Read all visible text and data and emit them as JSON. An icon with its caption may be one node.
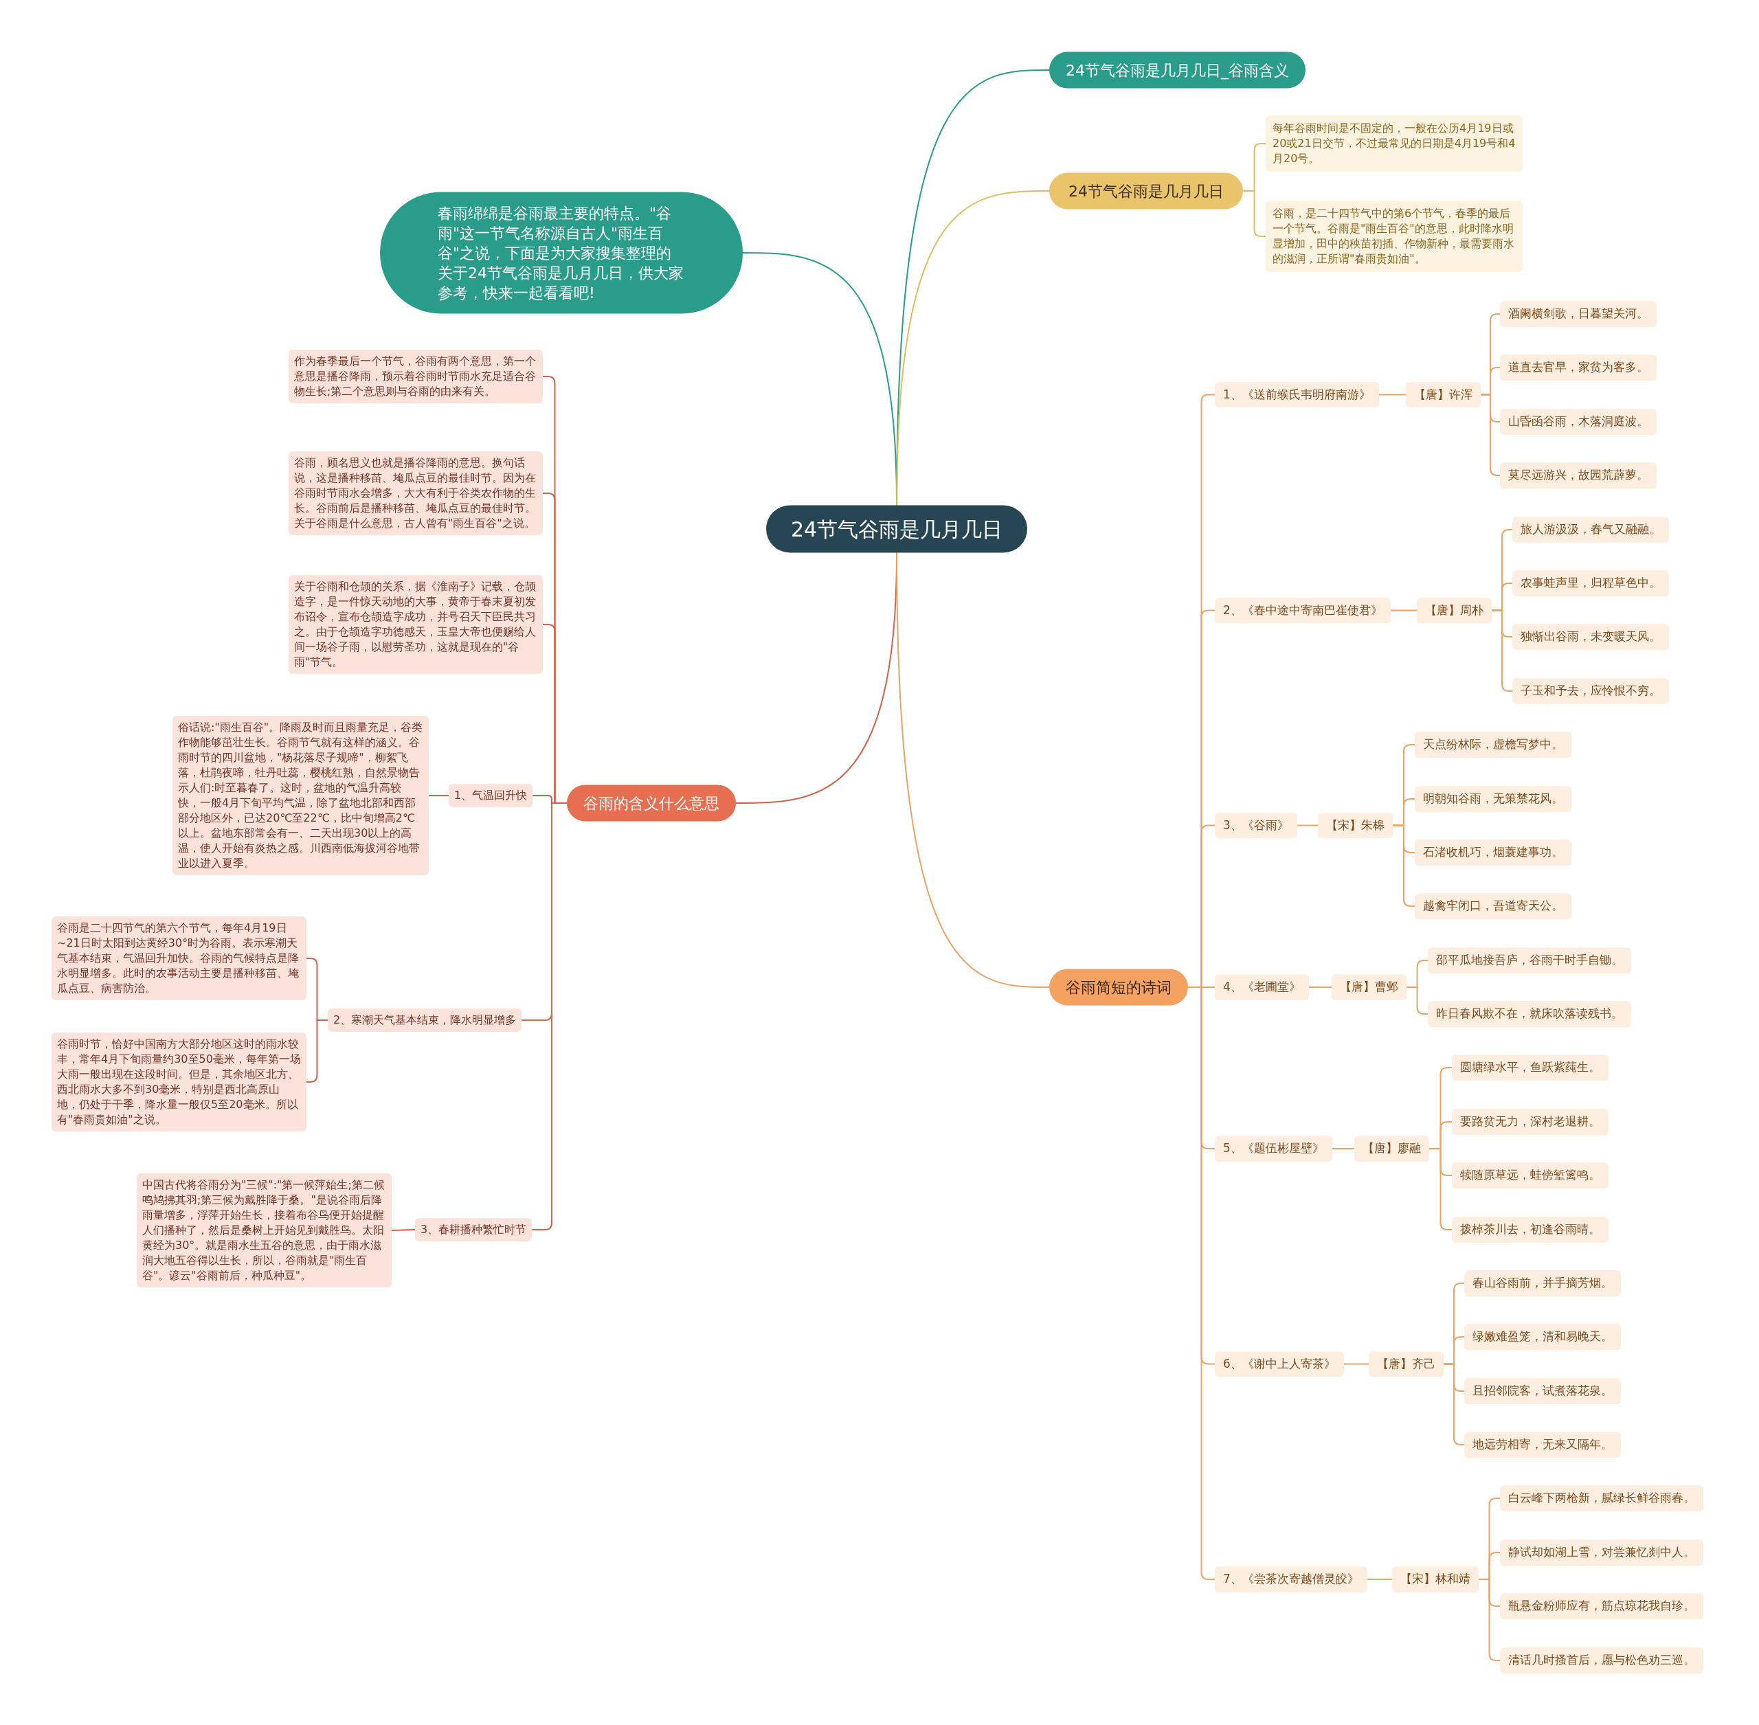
{
  "diagram": {
    "nodes": [
      {
        "text": [
          "24节气谷雨是几月几日"
        ]
      },
      {
        "text": [
          "春雨绵绵是谷雨最主要的特点。\"谷雨\"这一节气名称源自古人\"雨生百谷\"之说，下面是为大家搜集整理的关于24节气谷雨是几月几日，供大家参考，快来一起看看吧!"
        ]
      },
      {
        "text": [
          "24节气谷雨是几月几日_谷雨含义"
        ]
      },
      {
        "text": [
          "24节气谷雨是几月几日"
        ]
      },
      {
        "text": [
          "每年谷雨时间是不固定的，一般在公历4月19日或20或21日交节，不过最常见的日期是4月19号和4月20号。"
        ]
      },
      {
        "text": [
          "谷雨，是二十四节气中的第6个节气，春季的最后一个节气。谷雨是\"雨生百谷\"的意思，此时降水明显增加，田中的秧苗初插、作物新种，最需要雨水的滋润，正所谓\"春雨贵如油\"。"
        ]
      },
      {
        "text": [
          "谷雨的含义什么意思"
        ]
      },
      {
        "text": [
          "作为春季最后一个节气，谷雨有两个意思，第一个意思是播谷降雨，预示着谷雨时节雨水充足适合谷物生长;第二个意思则与谷雨的由来有关。"
        ]
      },
      {
        "text": [
          "谷雨，顾名思义也就是播谷降雨的意思。换句话说，这是播种移苗、埯瓜点豆的最佳时节。因为在谷雨时节雨水会增多，大大有利于谷类农作物的生长。谷雨前后是播种移苗、埯瓜点豆的最佳时节。关于谷雨是什么意思，古人曾有\"雨生百谷\"之说。"
        ]
      },
      {
        "text": [
          "关于谷雨和仓颉的关系，据《淮南子》记载，仓颉造字，是一件惊天动地的大事，黄帝于春末夏初发布诏令，宣布仓颉造字成功，并号召天下臣民共习之。由于仓颉造字功德感天，玉皇大帝也便赐给人间一场谷子雨，以慰劳圣功，这就是现在的\"谷雨\"节气。"
        ]
      },
      {
        "text": [
          "1、气温回升快"
        ]
      },
      {
        "text": [
          "俗话说:\"雨生百谷\"。降雨及时而且雨量充足，谷类作物能够茁壮生长。谷雨节气就有这样的涵义。谷雨时节的四川盆地，\"杨花落尽子规啼\"，柳絮飞落，杜鹃夜啼，牡丹吐蕊，樱桃红熟，自然景物告示人们:时至暮春了。这时，盆地的气温升高较快，一般4月下旬平均气温，除了盆地北部和西部部分地区外，已达20℃至22℃，比中旬增高2℃以上。盆地东部常会有一、二天出现30以上的高温，使人开始有炎热之感。川西南低海拔河谷地带业以进入夏季。"
        ]
      },
      {
        "text": [
          "2、寒潮天气基本结束，降水明显增多"
        ]
      },
      {
        "text": [
          "谷雨是二十四节气的第六个节气，每年4月19日~21日时太阳到达黄经30°时为谷雨。表示寒潮天气基本结束，气温回升加快。谷雨的气候特点是降水明显增多。此时的农事活动主要是播种移苗、埯瓜点豆、病害防治。"
        ]
      },
      {
        "text": [
          "谷雨时节，恰好中国南方大部分地区这时的雨水较丰，常年4月下旬雨量约30至50毫米，每年第一场大雨一般出现在这段时间。但是，其余地区北方、西北雨水大多不到30毫米，特别是西北高原山地，仍处于干季，降水量一般仅5至20毫米。所以有\"春雨贵如油\"之说。"
        ]
      },
      {
        "text": [
          "3、春耕播种繁忙时节"
        ]
      },
      {
        "text": [
          "中国古代将谷雨分为\"三候\":\"第一候萍始生;第二候鸣鸠拂其羽;第三候为戴胜降于桑。\"是说谷雨后降雨量增多，浮萍开始生长，接着布谷鸟便开始提醒人们播种了，然后是桑树上开始见到戴胜鸟。太阳黄经为30°。就是雨水生五谷的意思，由于雨水滋润大地五谷得以生长，所以，谷雨就是\"雨生百谷\"。谚云\"谷雨前后，种瓜种豆\"。"
        ]
      },
      {
        "text": [
          "谷雨简短的诗词"
        ]
      },
      {
        "text": [
          "1、《送前缑氏韦明府南游》"
        ]
      },
      {
        "text": [
          "【唐】许浑"
        ]
      },
      {
        "text": [
          "酒阑横剑歌，日暮望关河。"
        ]
      },
      {
        "text": [
          "道直去官早，家贫为客多。"
        ]
      },
      {
        "text": [
          "山昏函谷雨，木落洞庭波。"
        ]
      },
      {
        "text": [
          "莫尽远游兴，故园荒薜萝。"
        ]
      },
      {
        "text": [
          "2、《春中途中寄南巴崔使君》"
        ]
      },
      {
        "text": [
          "【唐】周朴"
        ]
      },
      {
        "text": [
          "旅人游汲汲，春气又融融。"
        ]
      },
      {
        "text": [
          "农事蛙声里，归程草色中。"
        ]
      },
      {
        "text": [
          "独惭出谷雨，未变暖天风。"
        ]
      },
      {
        "text": [
          "子玉和予去，应怜恨不穷。"
        ]
      },
      {
        "text": [
          "3、《谷雨》"
        ]
      },
      {
        "text": [
          "【宋】朱槔"
        ]
      },
      {
        "text": [
          "天点纷林际，虚檐写梦中。"
        ]
      },
      {
        "text": [
          "明朝知谷雨，无策禁花风。"
        ]
      },
      {
        "text": [
          "石渚收机巧，烟蓑建事功。"
        ]
      },
      {
        "text": [
          "越禽牢闭口，吾道寄天公。"
        ]
      },
      {
        "text": [
          "4、《老圃堂》"
        ]
      },
      {
        "text": [
          "【唐】曹邺"
        ]
      },
      {
        "text": [
          "邵平瓜地接吾庐，谷雨干时手自锄。"
        ]
      },
      {
        "text": [
          "昨日春风欺不在，就床吹落读残书。"
        ]
      },
      {
        "text": [
          "5、《题伍彬屋壁》"
        ]
      },
      {
        "text": [
          "【唐】廖融"
        ]
      },
      {
        "text": [
          "圆塘绿水平，鱼跃紫莼生。"
        ]
      },
      {
        "text": [
          "要路贫无力，深村老退耕。"
        ]
      },
      {
        "text": [
          "犊随原草远，蛙傍堑篱鸣。"
        ]
      },
      {
        "text": [
          "拨棹茶川去，初逢谷雨晴。"
        ]
      },
      {
        "text": [
          "6、《谢中上人寄茶》"
        ]
      },
      {
        "text": [
          "【唐】齐己"
        ]
      },
      {
        "text": [
          "春山谷雨前，并手摘芳烟。"
        ]
      },
      {
        "text": [
          "绿嫩难盈笼，清和易晚天。"
        ]
      },
      {
        "text": [
          "且招邻院客，试煮落花泉。"
        ]
      },
      {
        "text": [
          "地远劳相寄，无来又隔年。"
        ]
      },
      {
        "text": [
          "7、《尝茶次寄越僧灵皎》"
        ]
      },
      {
        "text": [
          "【宋】林和靖"
        ]
      },
      {
        "text": [
          "白云峰下两枪新，腻绿长鲜谷雨春。"
        ]
      },
      {
        "text": [
          "静试却如湖上雪，对尝兼忆剡中人。"
        ]
      },
      {
        "text": [
          "瓶悬金粉师应有，筋点琼花我自珍。"
        ]
      },
      {
        "text": [
          "清话几时搔首后，愿与松色劝三巡。"
        ]
      }
    ],
    "edges": [
      {
        "from": 0,
        "to": 1,
        "arrow": "none",
        "color": "#2a9d8a"
      },
      {
        "from": 0,
        "to": 2,
        "arrow": "none",
        "color": "#2a9d8a"
      },
      {
        "from": 0,
        "to": 3,
        "arrow": "none",
        "color": "#e2bd5f"
      },
      {
        "from": 3,
        "to": 4,
        "arrow": "none",
        "color": "#e2bd5f"
      },
      {
        "from": 3,
        "to": 5,
        "arrow": "none",
        "color": "#e2bd5f"
      },
      {
        "from": 0,
        "to": 6,
        "arrow": "none",
        "color": "#d0644a"
      },
      {
        "from": 6,
        "to": 7,
        "arrow": "none",
        "color": "#d0644a"
      },
      {
        "from": 6,
        "to": 8,
        "arrow": "none",
        "color": "#d0644a"
      },
      {
        "from": 6,
        "to": 9,
        "arrow": "none",
        "color": "#d0644a"
      },
      {
        "from": 6,
        "to": 10,
        "arrow": "none",
        "color": "#d0644a"
      },
      {
        "from": 10,
        "to": 11,
        "arrow": "none",
        "color": "#d0644a"
      },
      {
        "from": 6,
        "to": 12,
        "arrow": "none",
        "color": "#d0644a"
      },
      {
        "from": 12,
        "to": 13,
        "arrow": "none",
        "color": "#d0644a"
      },
      {
        "from": 12,
        "to": 14,
        "arrow": "none",
        "color": "#d0644a"
      },
      {
        "from": 6,
        "to": 15,
        "arrow": "none",
        "color": "#d0644a"
      },
      {
        "from": 15,
        "to": 16,
        "arrow": "none",
        "color": "#d0644a"
      },
      {
        "from": 0,
        "to": 17,
        "arrow": "none"
      },
      {
        "from": 17,
        "to": 18,
        "arrow": "none"
      },
      {
        "from": 18,
        "to": 19,
        "arrow": "none"
      },
      {
        "from": 19,
        "to": 20,
        "arrow": "none"
      },
      {
        "from": 19,
        "to": 21,
        "arrow": "none"
      },
      {
        "from": 19,
        "to": 22,
        "arrow": "none"
      },
      {
        "from": 19,
        "to": 23,
        "arrow": "none"
      },
      {
        "from": 17,
        "to": 24,
        "arrow": "none"
      },
      {
        "from": 24,
        "to": 25,
        "arrow": "none"
      },
      {
        "from": 25,
        "to": 26,
        "arrow": "none"
      },
      {
        "from": 25,
        "to": 27,
        "arrow": "none"
      },
      {
        "from": 25,
        "to": 28,
        "arrow": "none"
      },
      {
        "from": 25,
        "to": 29,
        "arrow": "none"
      },
      {
        "from": 17,
        "to": 30,
        "arrow": "none"
      },
      {
        "from": 30,
        "to": 31,
        "arrow": "none"
      },
      {
        "from": 31,
        "to": 32,
        "arrow": "none"
      },
      {
        "from": 31,
        "to": 33,
        "arrow": "none"
      },
      {
        "from": 31,
        "to": 34,
        "arrow": "none"
      },
      {
        "from": 31,
        "to": 35,
        "arrow": "none"
      },
      {
        "from": 17,
        "to": 36,
        "arrow": "none"
      },
      {
        "from": 36,
        "to": 37,
        "arrow": "none"
      },
      {
        "from": 37,
        "to": 38,
        "arrow": "none"
      },
      {
        "from": 37,
        "to": 39,
        "arrow": "none"
      },
      {
        "from": 17,
        "to": 40,
        "arrow": "none"
      },
      {
        "from": 40,
        "to": 41,
        "arrow": "none"
      },
      {
        "from": 41,
        "to": 42,
        "arrow": "none"
      },
      {
        "from": 41,
        "to": 43,
        "arrow": "none"
      },
      {
        "from": 41,
        "to": 44,
        "arrow": "none"
      },
      {
        "from": 41,
        "to": 45,
        "arrow": "none"
      },
      {
        "from": 17,
        "to": 46,
        "arrow": "none"
      },
      {
        "from": 46,
        "to": 47,
        "arrow": "none"
      },
      {
        "from": 47,
        "to": 48,
        "arrow": "none"
      },
      {
        "from": 47,
        "to": 49,
        "arrow": "none"
      },
      {
        "from": 47,
        "to": 50,
        "arrow": "none"
      },
      {
        "from": 47,
        "to": 51,
        "arrow": "none"
      },
      {
        "from": 17,
        "to": 52,
        "arrow": "none"
      },
      {
        "from": 52,
        "to": 53,
        "arrow": "none"
      },
      {
        "from": 53,
        "to": 54,
        "arrow": "none"
      },
      {
        "from": 53,
        "to": 55,
        "arrow": "none"
      },
      {
        "from": 53,
        "to": 56,
        "arrow": "none"
      },
      {
        "from": 53,
        "to": 57,
        "arrow": "none"
      }
    ]
  }
}
